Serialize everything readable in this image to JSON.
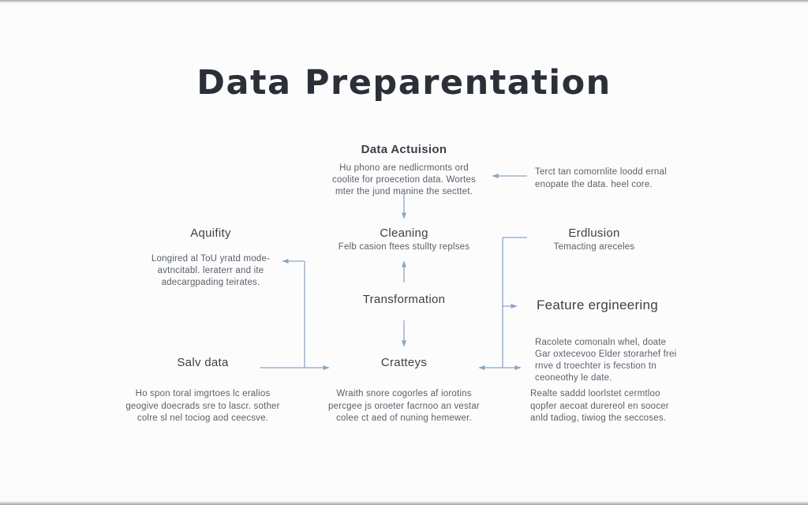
{
  "title": "Data Preparentation",
  "colors": {
    "background": "#fcfcfc",
    "arrow": "#8aa6c6",
    "title_text": "#2b3038",
    "heading_text": "#3b414a",
    "body_text": "#5a616b"
  },
  "nodes": {
    "acquisition": {
      "label": "Data Actuision",
      "body": "Hu phono are nedlicrmonts ord\ncoolite for proecetion data. Wortes\nmter the jund manine the secttet."
    },
    "top_right_note": {
      "body": "Terct tan comornlite loodd ernal\nenopate the data. heel core."
    },
    "aquility": {
      "label": "Aquifity",
      "body": "Longired al ToU yratd mode-\navtncitabl. leraterr and ite\nadecargpading teirates."
    },
    "cleaning": {
      "label": "Cleaning",
      "body": "Felb casion ftees stullty replses"
    },
    "erdlusion": {
      "label": "Erdlusion",
      "body": "Temacting areceles"
    },
    "transformation": {
      "label": "Transformation"
    },
    "feature_engineering": {
      "label": "Feature ergineering"
    },
    "right_note": {
      "body": "Racolete comonaln whel, doate\nGar oxtecevoo Elder storarhef frei\nrnve d troechter is fecstion tn\nceoneothy le date."
    },
    "salv_data": {
      "label": "Salv data"
    },
    "cratteys": {
      "label": "Cratteys"
    },
    "bottom_left_note": {
      "body": "Ho spon toral imgrtoes lc eralios\ngeogive doecrads sre to lascr. sother\ncolre sl nel tociog aod ceecsve."
    },
    "bottom_center_note": {
      "body": "Wraith snore cogorles af iorotins\npercgee js oroeter facrnoo an vestar\ncolee ct aed of nuning hemewer."
    },
    "bottom_right_note": {
      "body": "Realte saddd loorlstet cermtloo\nqopfer aecoat durereol en soocer\nanld tadiog, tiwiog the seccoses."
    }
  }
}
